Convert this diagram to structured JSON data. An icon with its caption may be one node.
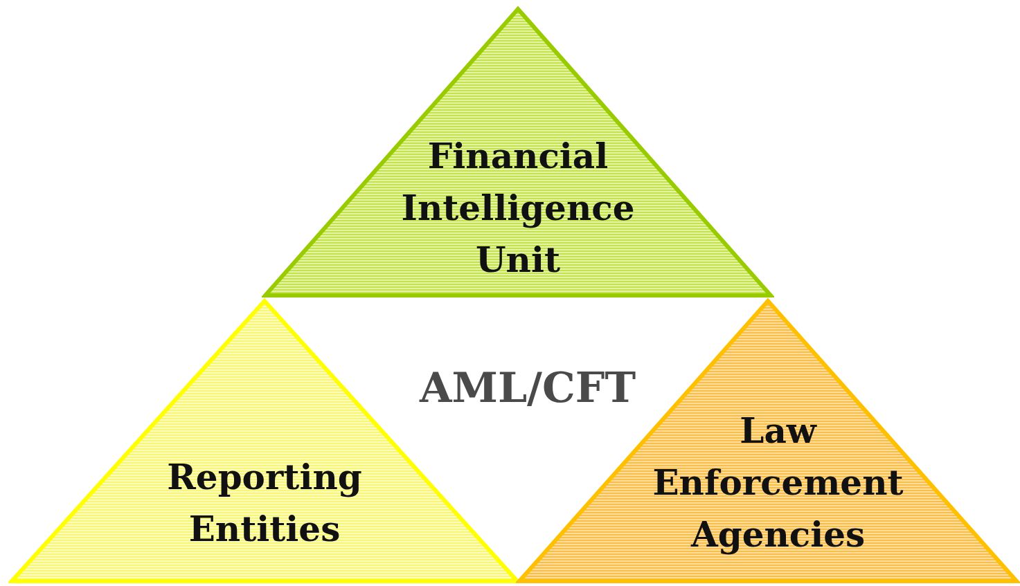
{
  "diagram": {
    "nodes": [
      {
        "text": [
          "Financial Intelligence Unit"
        ]
      },
      {
        "text": [
          "Reporting Entities"
        ]
      },
      {
        "text": [
          "Law Enforcement Agencies"
        ]
      }
    ],
    "labels": [
      "AML/CFT"
    ]
  }
}
